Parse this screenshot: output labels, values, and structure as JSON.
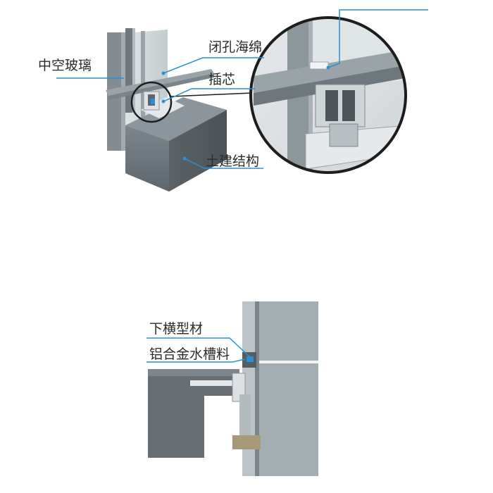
{
  "labels": {
    "hollow_glass": "中空玻璃",
    "closed_foam": "闭孔海绵",
    "core_insert": "插芯",
    "civil_structure": "土建结构",
    "lower_transom": "下横型材",
    "aluminum_gutter": "铝合金水槽料"
  },
  "colors": {
    "leader_line": "#2b8fd6",
    "concrete": "#6c757b",
    "frame": "#8e979d",
    "glass": "#c7cfd3"
  }
}
